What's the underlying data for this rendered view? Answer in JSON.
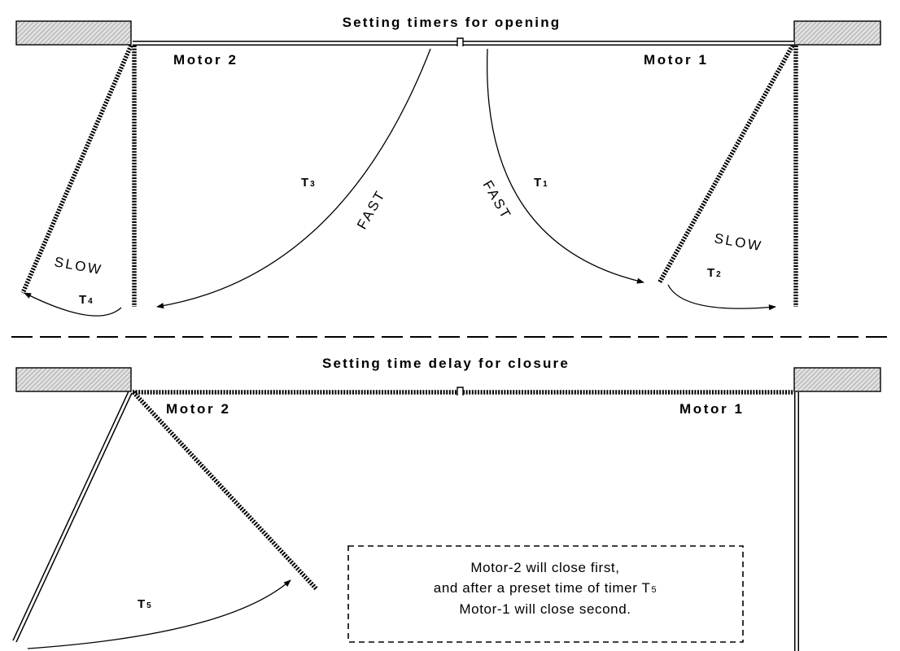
{
  "top_section": {
    "title": "Setting timers for opening",
    "motor_left": "Motor 2",
    "motor_right": "Motor 1",
    "fast_left": "FAST",
    "fast_right": "FAST",
    "slow_left": "SLOW",
    "slow_right": "SLOW",
    "timers": {
      "t1": {
        "letter": "T",
        "sub": "1"
      },
      "t2": {
        "letter": "T",
        "sub": "2"
      },
      "t3": {
        "letter": "T",
        "sub": "3"
      },
      "t4": {
        "letter": "T",
        "sub": "4"
      }
    }
  },
  "bottom_section": {
    "title": "Setting time delay for closure",
    "motor_left": "Motor 2",
    "motor_right": "Motor 1",
    "timer": {
      "letter": "T",
      "sub": "5"
    },
    "note": {
      "line1": "Motor-2 will close first,",
      "line2_prefix": "and after a preset time of timer T",
      "line2_sub": "5",
      "line3": "Motor-1 will close second."
    }
  },
  "colors": {
    "ink": "#000000",
    "background": "#ffffff"
  }
}
